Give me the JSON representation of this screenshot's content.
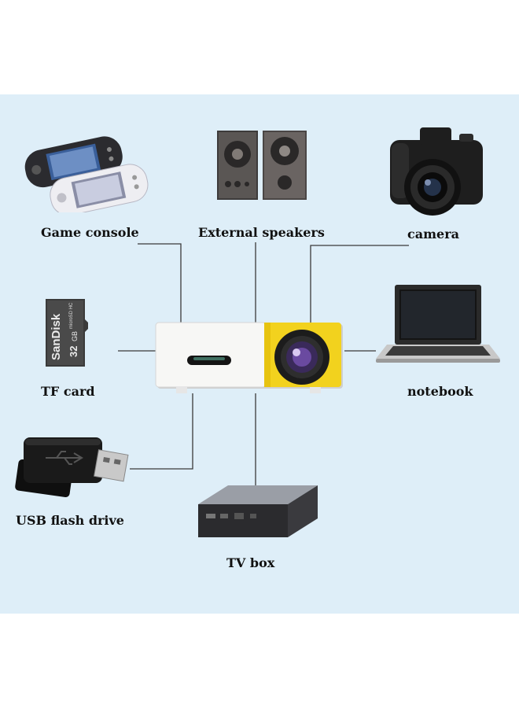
{
  "labels": {
    "game_console": "Game console",
    "external_speakers": "External speakers",
    "camera": "camera",
    "tf_card": "TF card",
    "notebook": "notebook",
    "usb_flash_drive": "USB flash drive",
    "tv_box": "TV box"
  },
  "card_text": {
    "brand": "SanDisk",
    "capacity": "32",
    "unit": "GB",
    "type": "microSD HC"
  },
  "icons": [
    "game-console-icon",
    "speakers-icon",
    "camera-icon",
    "sd-card-icon",
    "notebook-icon",
    "usb-drive-icon",
    "tv-box-icon",
    "projector-icon"
  ],
  "colors": {
    "background": "#deeef8",
    "projector_yellow": "#f2d21e",
    "projector_white": "#f7f7f5",
    "wire": "#3a3a3a"
  }
}
